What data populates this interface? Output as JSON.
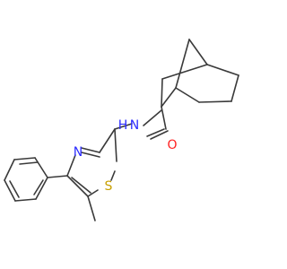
{
  "molecule": {
    "atoms": {
      "amide_n": "N",
      "amide_h": "H",
      "carbonyl_o": "O",
      "ring_n": "N",
      "ring_s": "S"
    },
    "colors": {
      "bond": "#3a3a3a",
      "nitrogen": "#2c2cff",
      "oxygen": "#ff2020",
      "sulfur": "#c8a000"
    }
  }
}
